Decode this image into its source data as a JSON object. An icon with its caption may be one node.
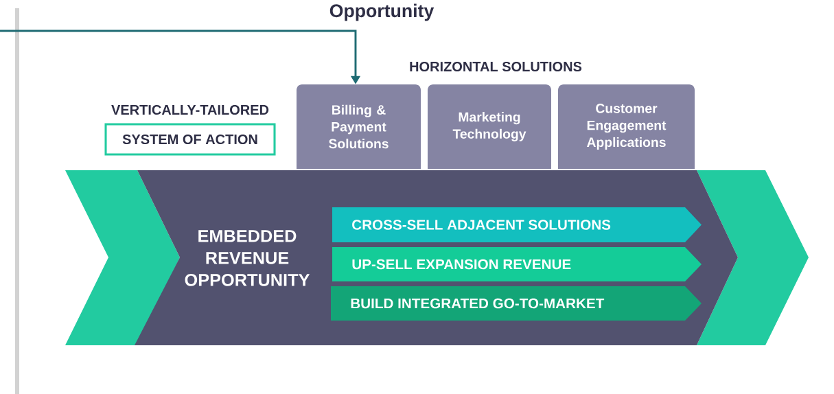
{
  "diagram": {
    "title": "Opportunity",
    "nodes": [
      {
        "text": [
          "VERTICALLY-TAILORED",
          "SYSTEM OF ACTION"
        ]
      },
      {
        "text": [
          "Billing & Payment Solutions"
        ]
      },
      {
        "text": [
          "Marketing Technology"
        ]
      },
      {
        "text": [
          "Customer Engagement Applications"
        ]
      },
      {
        "text": [
          "EMBEDDED REVENUE OPPORTUNITY"
        ]
      },
      {
        "text": [
          "CROSS-SELL ADJACENT SOLUTIONS"
        ],
        "in": 4
      },
      {
        "text": [
          "UP-SELL EXPANSION REVENUE"
        ],
        "in": 4
      },
      {
        "text": [
          "BUILD INTEGRATED GO-TO-MARKET"
        ],
        "in": 4
      },
      {
        "text": [],
        "shape": "chevron"
      },
      {
        "text": [],
        "shape": "chevron"
      }
    ],
    "edges": [
      {
        "from": null,
        "to": 1,
        "arrow": "to"
      }
    ],
    "labels": [
      "HORIZONTAL SOLUTIONS"
    ]
  }
}
